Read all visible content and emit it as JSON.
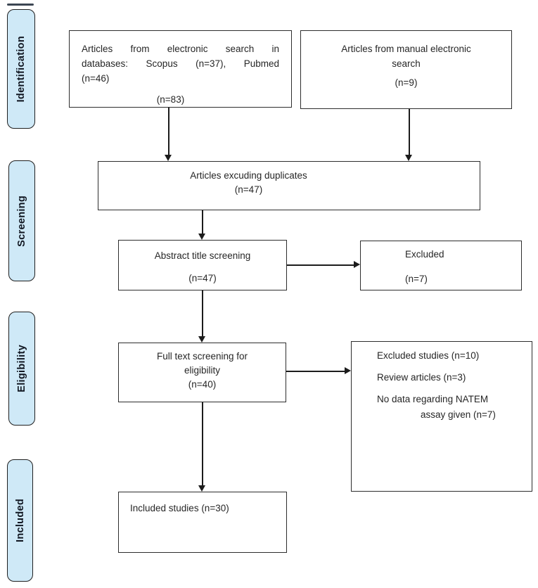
{
  "colors": {
    "stage_fill": "#cfe9f7",
    "stage_border": "#1f1f1f",
    "box_border": "#2d2d2d",
    "arrow": "#1c1c1c",
    "text": "#262626"
  },
  "stages": [
    {
      "label": "Identification"
    },
    {
      "label": "Screening"
    },
    {
      "label": "Eligibility"
    },
    {
      "label": "Included"
    }
  ],
  "boxes": {
    "electronic_search": {
      "lines": [
        "Articles from electronic search in",
        "databases: Scopus (n=37), Pubmed",
        "(n=46)"
      ],
      "count": "(n=83)"
    },
    "manual_search": {
      "lines": [
        "Articles from manual electronic",
        "search"
      ],
      "count": "(n=9)"
    },
    "duplicates": {
      "lines": [
        "Articles excuding duplicates"
      ],
      "count": "(n=47)"
    },
    "abstract_screening": {
      "lines": [
        "Abstract title screening"
      ],
      "count": "(n=47)"
    },
    "excluded": {
      "lines": [
        "Excluded"
      ],
      "count": "(n=7)"
    },
    "fulltext_screening": {
      "lines": [
        "Full text screening for",
        "eligibility"
      ],
      "count": "(n=40)"
    },
    "exclusion_reasons": {
      "lines": [
        "Excluded studies (n=10)",
        "Review articles (n=3)",
        "No data regarding NATEM",
        "assay given (n=7)"
      ]
    },
    "included_studies": {
      "lines": [
        "Included studies (n=30)"
      ]
    }
  }
}
